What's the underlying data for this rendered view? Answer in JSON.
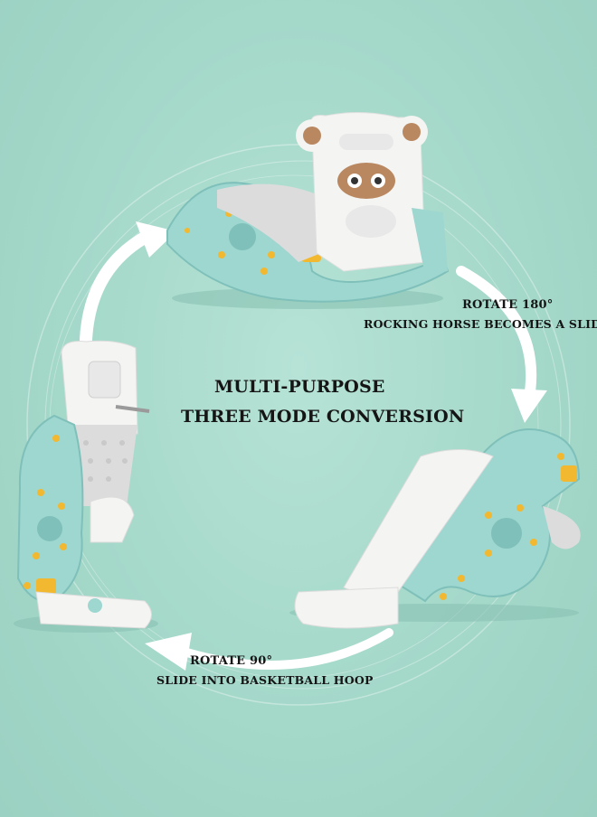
{
  "headline": {
    "line1": "MULTI-PURPOSE",
    "line2": "THREE MODE CONVERSION"
  },
  "captions": {
    "rotate_180": "ROTATE 180°",
    "rocking_to_slide": "ROCKING HORSE BECOMES A SLIDE",
    "rotate_90": "ROTATE 90°",
    "slide_to_hoop": "SLIDE INTO BASKETBALL HOOP"
  },
  "colors": {
    "background": "#a4d8c9",
    "toy_teal": "#9ed6d0",
    "toy_white": "#f4f4f2",
    "toy_grey": "#dcdcdc",
    "accent_yellow": "#f2b830",
    "arrow": "#ffffff"
  }
}
